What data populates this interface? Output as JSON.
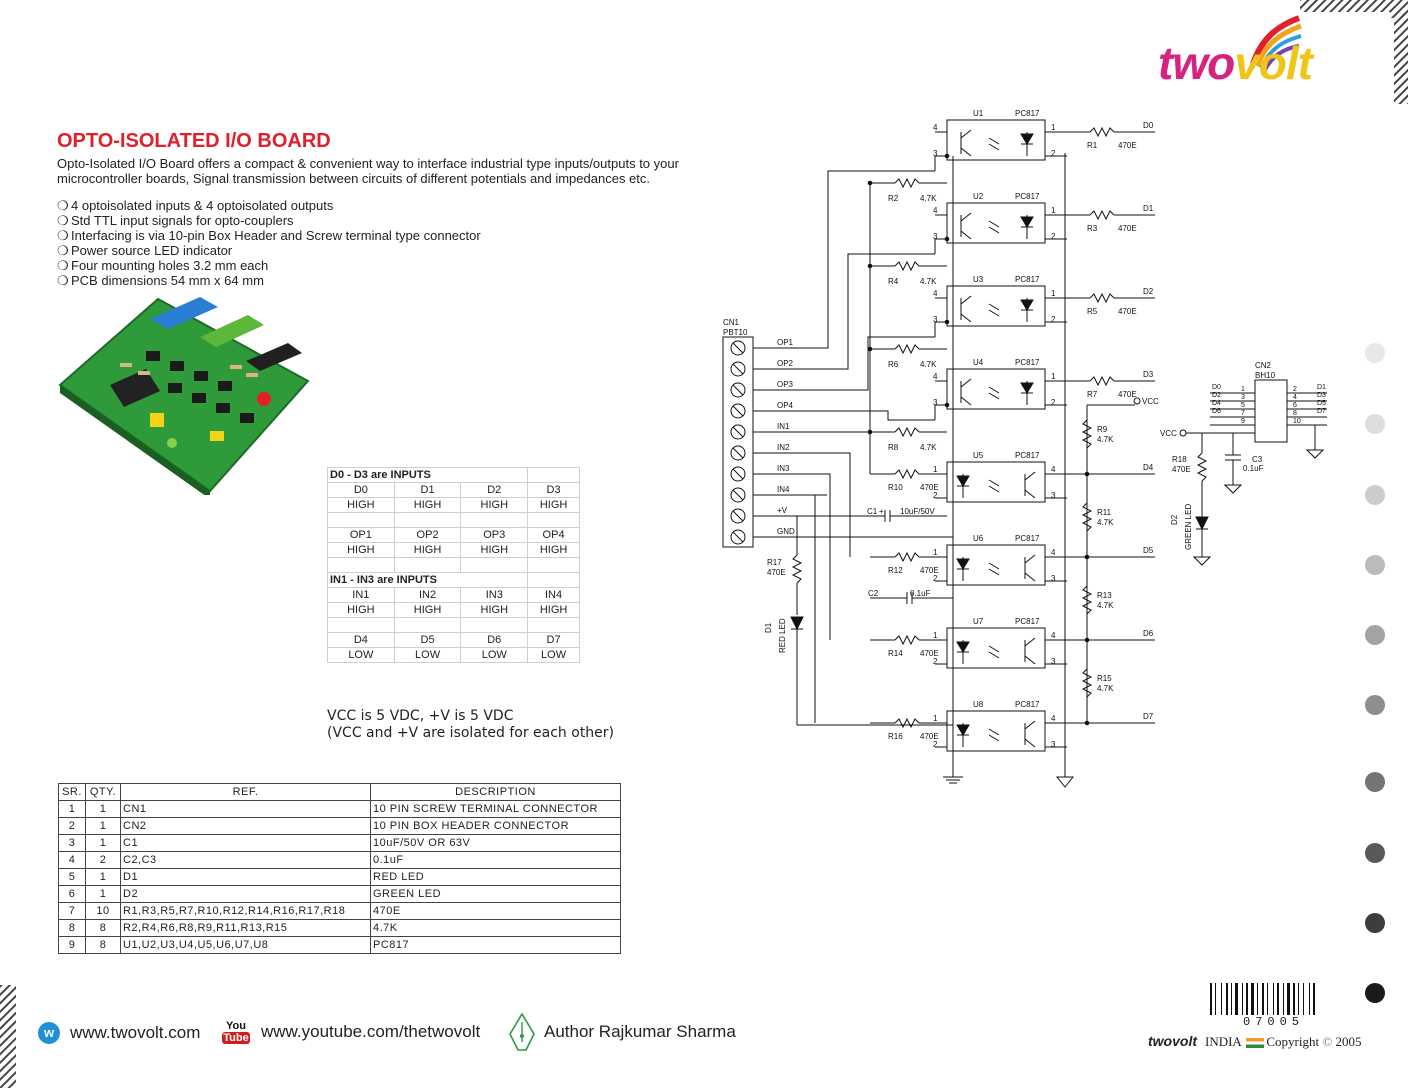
{
  "brand": {
    "part1": "two",
    "part2": "volt",
    "colors": {
      "magenta": "#d6237f",
      "yellow": "#f5d31c",
      "red": "#e0202a"
    }
  },
  "heading": "OPTO-ISOLATED I/O BOARD",
  "intro": "Opto-Isolated I/O Board offers a compact & convenient way to interface industrial type inputs/outputs to your microcontroller boards, Signal transmission between circuits of different potentials and impedances etc.",
  "features": [
    "4 optoisolated inputs & 4 optoisolated outputs",
    "Std TTL input signals for opto-couplers",
    "Interfacing is via 10-pin Box Header and Screw terminal type connector",
    "Power source LED indicator",
    "Four mounting holes 3.2 mm each",
    "PCB dimensions 54 mm x 64 mm"
  ],
  "bullet_symbol": "❍",
  "io_table": {
    "section1_title": "D0 - D3 are INPUTS",
    "row_d_names": [
      "D0",
      "D1",
      "D2",
      "D3"
    ],
    "row_d_levels": [
      "HIGH",
      "HIGH",
      "HIGH",
      "HIGH"
    ],
    "row_op_names": [
      "OP1",
      "OP2",
      "OP3",
      "OP4"
    ],
    "row_op_levels": [
      "HIGH",
      "HIGH",
      "HIGH",
      "HIGH"
    ],
    "section2_title": "IN1 - IN3 are INPUTS",
    "row_in_names": [
      "IN1",
      "IN2",
      "IN3",
      "IN4"
    ],
    "row_in_levels": [
      "HIGH",
      "HIGH",
      "HIGH",
      "HIGH"
    ],
    "row_d2_names": [
      "D4",
      "D5",
      "D6",
      "D7"
    ],
    "row_d2_levels": [
      "LOW",
      "LOW",
      "LOW",
      "LOW"
    ]
  },
  "vcc_note": {
    "line1": "VCC is 5 VDC, +V is 5 VDC",
    "line2": "(VCC and +V are isolated for each other)"
  },
  "bom": {
    "headers": [
      "SR.",
      "QTY.",
      "REF.",
      "DESCRIPTION"
    ],
    "rows": [
      [
        "1",
        "1",
        "CN1",
        "10 PIN SCREW TERMINAL CONNECTOR"
      ],
      [
        "2",
        "1",
        "CN2",
        "10 PIN BOX HEADER CONNECTOR"
      ],
      [
        "3",
        "1",
        "C1",
        "10uF/50V OR 63V"
      ],
      [
        "4",
        "2",
        "C2,C3",
        "0.1uF"
      ],
      [
        "5",
        "1",
        "D1",
        "RED LED"
      ],
      [
        "6",
        "1",
        "D2",
        "GREEN LED"
      ],
      [
        "7",
        "10",
        "R1,R3,R5,R7,R10,R12,R14,R16,R17,R18",
        "470E"
      ],
      [
        "8",
        "8",
        "R2,R4,R6,R8,R9,R11,R13,R15",
        "4.7K"
      ],
      [
        "9",
        "8",
        "U1,U2,U3,U4,U5,U6,U7,U8",
        "PC817"
      ]
    ]
  },
  "schematic": {
    "cn1_label": "CN1",
    "cn1_part": "PBT10",
    "cn1_pins": [
      "OP1",
      "OP2",
      "OP3",
      "OP4",
      "IN1",
      "IN2",
      "IN3",
      "IN4",
      "+V",
      "GND"
    ],
    "outputs": [
      {
        "u": "U1",
        "r1": "R1",
        "r1v": "470E",
        "r2": "R2",
        "r2v": "4.7K",
        "d": "D0"
      },
      {
        "u": "U2",
        "r1": "R3",
        "r1v": "470E",
        "r2": "R4",
        "r2v": "4.7K",
        "d": "D1"
      },
      {
        "u": "U3",
        "r1": "R5",
        "r1v": "470E",
        "r2": "R6",
        "r2v": "4.7K",
        "d": "D2"
      },
      {
        "u": "U4",
        "r1": "R7",
        "r1v": "470E",
        "r2": "R8",
        "r2v": "4.7K",
        "d": "D3"
      }
    ],
    "inputs": [
      {
        "u": "U5",
        "r1": "R10",
        "r1v": "470E",
        "r2": "R9",
        "r2v": "4.7K",
        "d": "D4"
      },
      {
        "u": "U6",
        "r1": "R12",
        "r1v": "470E",
        "r2": "R11",
        "r2v": "4.7K",
        "d": "D5"
      },
      {
        "u": "U7",
        "r1": "R14",
        "r1v": "470E",
        "r2": "R13",
        "r2v": "4.7K",
        "d": "D6"
      },
      {
        "u": "U8",
        "r1": "R16",
        "r1v": "470E",
        "r2": "R15",
        "r2v": "4.7K",
        "d": "D7"
      }
    ],
    "opto_part": "PC817",
    "c1_label": "C1",
    "c1_value": "10uF/50V",
    "c2_label": "C2",
    "c2_value": "0.1uF",
    "r17_label": "R17",
    "r17_value": "470E",
    "d1_label": "D1",
    "d1_desc": "RED LED",
    "vcc": "VCC",
    "cn2_label": "CN2",
    "cn2_part": "BH10",
    "cn2_left_names": [
      "D0",
      "D2",
      "D4",
      "D6"
    ],
    "cn2_left_pins": [
      "1",
      "3",
      "5",
      "7",
      "9"
    ],
    "cn2_right_pins": [
      "2",
      "4",
      "6",
      "8",
      "10"
    ],
    "cn2_right_names": [
      "D1",
      "D3",
      "D5",
      "D7"
    ],
    "r18_label": "R18",
    "r18_value": "470E",
    "c3_label": "C3",
    "c3_value": "0.1uF",
    "d2_label": "D2",
    "d2_desc": "GREEN LED",
    "pin_nums": {
      "p1": "1",
      "p2": "2",
      "p3": "3",
      "p4": "4"
    },
    "plus": "+"
  },
  "footer": {
    "website": "www.twovolt.com",
    "youtube": "www.youtube.com/thetwovolt",
    "youtube_icon_top": "You",
    "youtube_icon_bottom": "Tube",
    "author": "Author Rajkumar Sharma",
    "barcode_number": "07005",
    "copyright_brand": "twovolt",
    "copyright_country": "INDIA",
    "copyright_text": "Copyright",
    "copyright_symbol": "©",
    "copyright_year": "2005"
  },
  "side_dot_colors": [
    "#e8e8e8",
    "#dddddd",
    "#cccccc",
    "#bbbbbb",
    "#a3a3a3",
    "#8e8e8e",
    "#747474",
    "#595959",
    "#3d3d3d",
    "#1a1a1a"
  ]
}
